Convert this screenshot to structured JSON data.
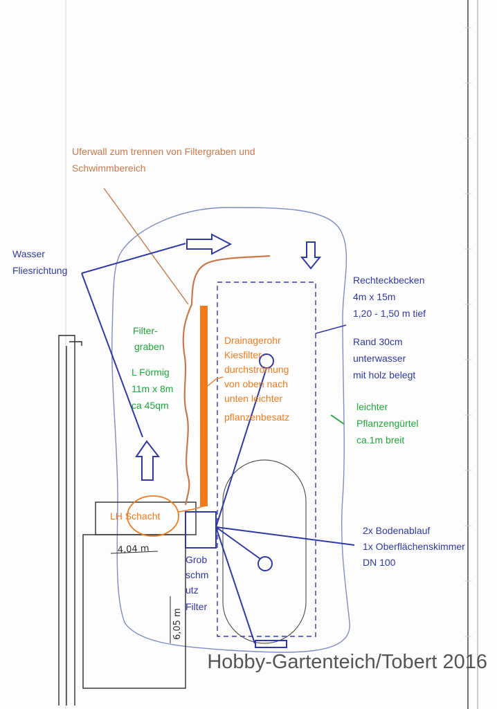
{
  "labels": {
    "uferwall_1": "Uferwall zum trennen von Filtergraben und",
    "uferwall_2": "Schwimmbereich",
    "wasser_1": "Wasser",
    "wasser_2": "Fliesrichtung",
    "filtergraben_1": "Filter-",
    "filtergraben_2": "graben",
    "l_foermig_1": "L Förmig",
    "l_foermig_2": "11m x 8m",
    "l_foermig_3": "ca 45qm",
    "drain_1": "Drainagerohr",
    "drain_2": "Kiesfilter-",
    "drain_3": "durchströmung",
    "drain_4": "von oben nach",
    "drain_5": "unten leichter",
    "drain_6": "pflanzenbesatz",
    "becken_1": "Rechteckbecken",
    "becken_2": "4m x 15m",
    "becken_3": "1,20 - 1,50 m tief",
    "rand_1": "Rand 30cm",
    "rand_2": "unterwasser",
    "rand_3": "mit holz belegt",
    "guertel_1": "leichter",
    "guertel_2": "Pflanzengürtel",
    "guertel_3": "ca.1m breit",
    "schacht": "LH Schacht",
    "grob_1": "Grob",
    "grob_2": "schm",
    "grob_3": "utz",
    "grob_4": "Filter",
    "ablauf_1": "2x Bodenablauf",
    "ablauf_2": "1x Oberflächenskimmer",
    "ablauf_3": "DN 100",
    "dim_width": "4,04 m",
    "dim_height": "6,05 m"
  },
  "watermark": "Hobby-Gartenteich/Tobert 2016",
  "colors": {
    "orange": "#f07a1c",
    "brown": "#c9784a",
    "blue": "#3038a8",
    "green": "#1fa63a",
    "pencil": "#2c2c2c",
    "outline": "#7f8bc6"
  }
}
